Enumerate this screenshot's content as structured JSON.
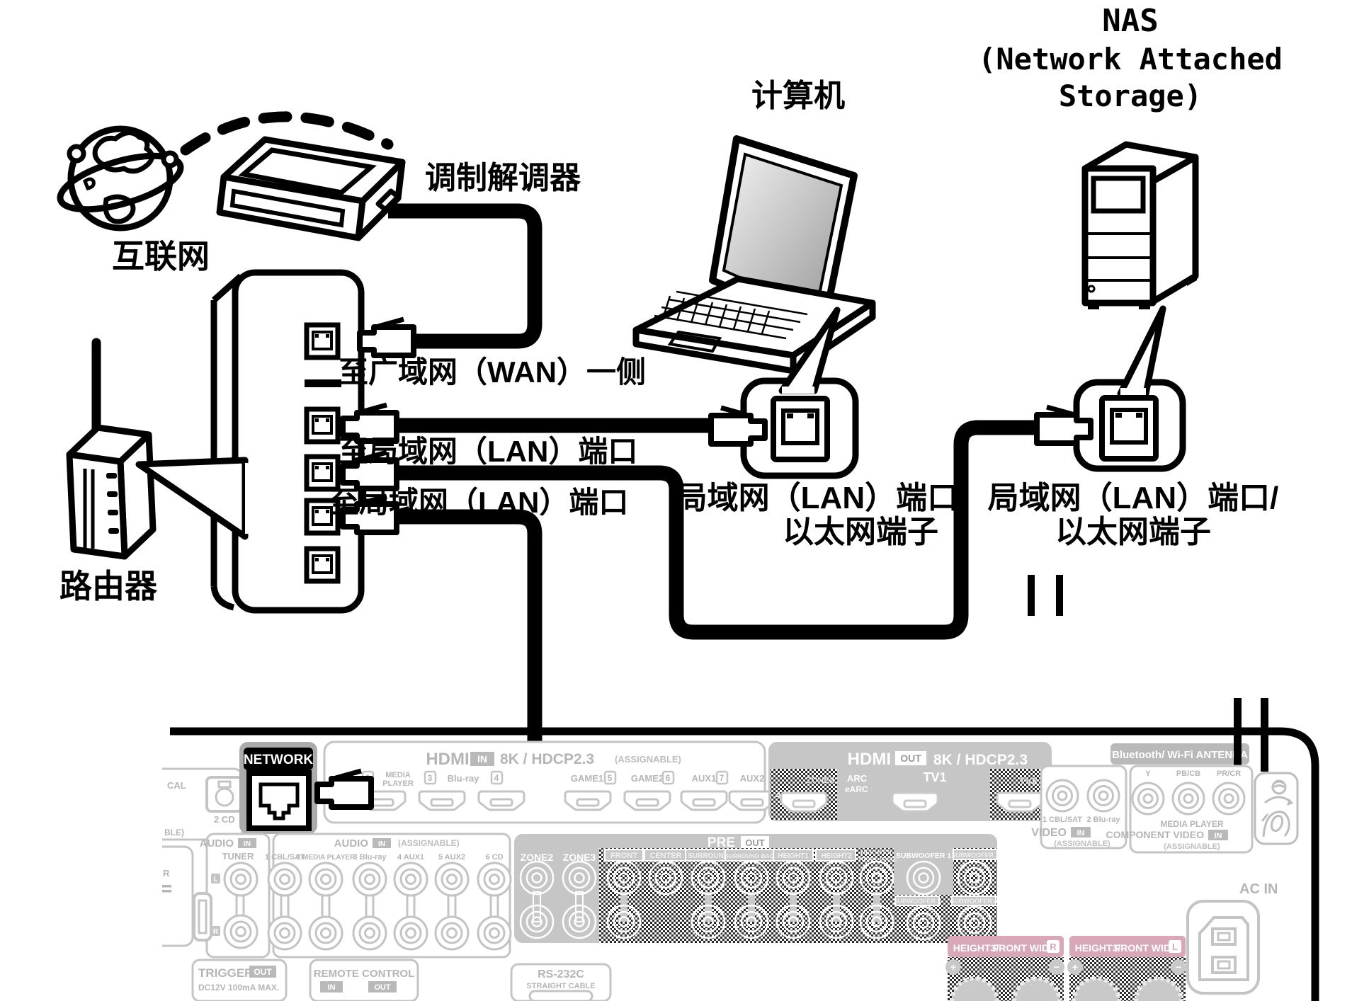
{
  "colors": {
    "accent_pink": "#d9a8b8",
    "panel_gray": "#c6c6c6",
    "line_gray": "#c4c4c4",
    "label_gray": "#b5b5b5",
    "black": "#000000"
  },
  "diagram": {
    "internet": "互联网",
    "modem": "调制解调器",
    "router": "路由器",
    "computer": "计算机",
    "nas1": "NAS",
    "nas2": "(Network Attached",
    "nas3": "Storage)",
    "to_wan": "至广域网（WAN）一侧",
    "to_lan1": "至局域网（LAN）端口",
    "to_lan2": "至局域网（LAN）端口",
    "pc_port1": "局域网（LAN）端口/",
    "pc_port2": "以太网端子",
    "nas_port1": "局域网（LAN）端口/",
    "nas_port2": "以太网端子"
  },
  "receiver": {
    "network": "NETWORK",
    "hdmi_in": {
      "title": "HDMI",
      "badge": "IN",
      "spec": "8K / HDCP2.3",
      "assignable": "(ASSIGNABLE)",
      "b2": "2",
      "b3": "3",
      "b4": "4",
      "b5": "5",
      "b6": "6",
      "b7": "7",
      "media1": "MEDIA",
      "media2": "PLAYER",
      "bluray": "Blu-ray",
      "game1": "GAME1",
      "game2": "GAME2",
      "aux1": "AUX1",
      "aux2": "AUX2"
    },
    "hdmi_out": {
      "title": "HDMI",
      "badge": "OUT",
      "spec": "8K / HDCP2.3",
      "fourk": "4K",
      "zone2": "ZONE2",
      "arc": "ARC",
      "earc": "eARC",
      "tv1": "TV1",
      "tv2": "TV2"
    },
    "bt": "Bluetooth/ Wi-Fi ANTENNA",
    "video": {
      "c1": "1 CBL/SAT",
      "c2": "2 Blu-ray",
      "title": "VIDEO",
      "badge": "IN",
      "assignable": "(ASSIGNABLE)"
    },
    "component": {
      "y": "Y",
      "pb": "PB/CB",
      "pr": "PR/CR",
      "media": "MEDIA PLAYER",
      "title": "COMPONENT VIDEO",
      "badge": "IN",
      "assignable": "(ASSIGNABLE)"
    },
    "tuner": {
      "title": "AUDIO",
      "badge": "IN",
      "name": "TUNER",
      "l": "L",
      "r": "R"
    },
    "audio": {
      "title": "AUDIO",
      "badge": "IN",
      "assignable": "(ASSIGNABLE)",
      "cols": [
        "1 CBL/SAT",
        "2 MEDIA PLAYER",
        "3 Blu-ray",
        "4 AUX1",
        "5 AUX2",
        "6 CD"
      ]
    },
    "pre": {
      "title": "PRE",
      "badge": "OUT",
      "zone2": "ZONE2",
      "zone3": "ZONE3",
      "cols": [
        "FRONT",
        "CENTER",
        "SURROUND",
        "SURROUND BACK",
        "HEIGHT1",
        "HEIGHT2"
      ],
      "h3": "HEIGHT3/",
      "fw": "FRONT WIDE",
      "sub1": "SUBWOOFER 1",
      "sub2": "SUBWOOFER 2",
      "sub3": "SUBWOOFER 3",
      "sub4": "SUBWOOFER 4"
    },
    "spk": {
      "h3": "HEIGHT3/",
      "fw": "FRONT WIDE",
      "r": "R",
      "l": "L",
      "plus": "+",
      "minus": "−"
    },
    "ac": "AC IN",
    "trigger": {
      "title": "TRIGGER",
      "badge": "OUT",
      "sub": "DC12V 100mA MAX."
    },
    "remote": {
      "title": "REMOTE CONTROL",
      "in": "IN",
      "out": "OUT"
    },
    "rs232": {
      "title": "RS-232C",
      "sub": "STRAIGHT CABLE"
    },
    "edge": {
      "cal": "CAL",
      "cd": "2 CD",
      "ble": "BLE)",
      "r": "R"
    }
  }
}
